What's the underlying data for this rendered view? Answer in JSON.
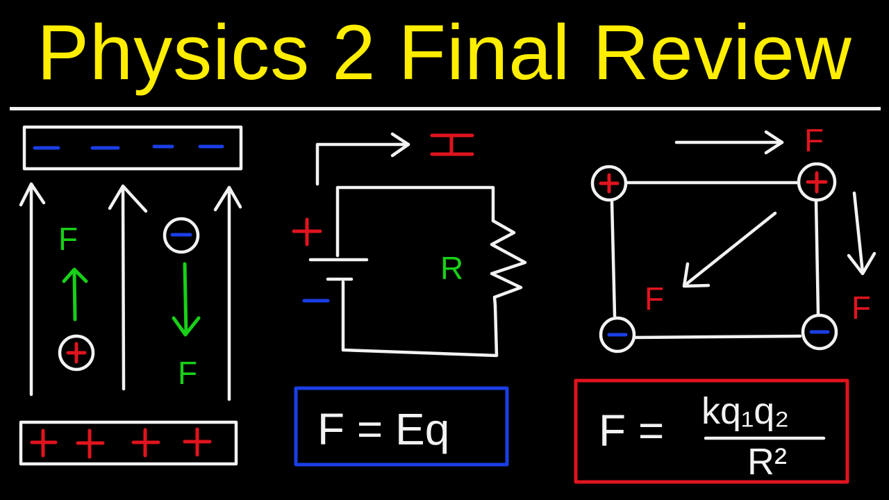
{
  "title": "Physics 2 Final Review",
  "colors": {
    "title": "#ffee00",
    "chalk": "#f2f2f2",
    "positive": "#e0141e",
    "negative": "#1a3fe6",
    "force_green": "#18d018",
    "background": "#000000"
  },
  "capacitor_panel": {
    "top_plate_sign": "− − − −",
    "bottom_plate_sign": "+ + + +",
    "force_label_up": "F",
    "force_label_down": "F",
    "positive_charge": "+",
    "negative_charge": "−"
  },
  "circuit_panel": {
    "current_label": "I",
    "battery_plus": "+",
    "battery_minus": "−",
    "resistor_label": "R",
    "formula": "F = Eq"
  },
  "coulomb_panel": {
    "force_label_top": "F",
    "force_label_diag": "F",
    "force_label_right": "F",
    "formula_lhs": "F =",
    "formula_numerator": "kq₁q₂",
    "formula_denominator": "R²"
  }
}
